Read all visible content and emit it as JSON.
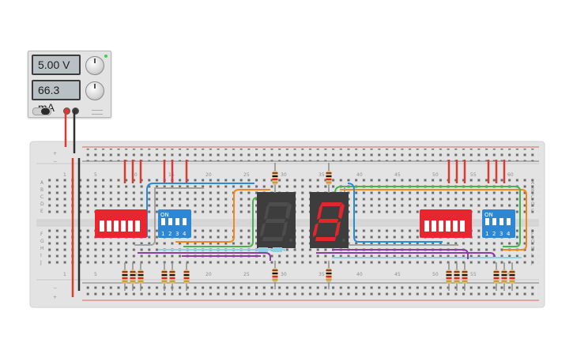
{
  "power_supply": {
    "voltage": "5.00 V",
    "current": "66.3 mA"
  },
  "breadboard": {
    "columns_top": [
      "1",
      "5",
      "10",
      "15",
      "20",
      "25",
      "30",
      "35",
      "40",
      "45",
      "50",
      "55",
      "60"
    ],
    "columns_bottom": [
      "1",
      "5",
      "10",
      "15",
      "20",
      "25",
      "30",
      "35",
      "40",
      "45",
      "50",
      "55",
      "60"
    ],
    "rows_top": [
      "A",
      "B",
      "C",
      "D",
      "E"
    ],
    "rows_bottom": [
      "F",
      "G",
      "H",
      "I",
      "J"
    ],
    "rail_plus": "+",
    "rail_minus": "−"
  },
  "dip_switches": [
    {
      "color": "#e9262f",
      "label": ""
    },
    {
      "color": "#2f87d3",
      "label": "ON",
      "numbers": [
        "1",
        "2",
        "3",
        "4"
      ]
    },
    {
      "color": "#e9262f",
      "label": ""
    },
    {
      "color": "#2f87d3",
      "label": "ON",
      "numbers": [
        "1",
        "2",
        "3",
        "4"
      ]
    }
  ],
  "seven_segment_displays": [
    {
      "name": "left",
      "lit": false
    },
    {
      "name": "right",
      "lit": true,
      "digit": "8"
    }
  ],
  "colors": {
    "board": "#e4e4e4",
    "rail_red": "#d93b32",
    "rail_black": "#303030",
    "wire_orange": "#f08a1d",
    "wire_green": "#46b44a",
    "wire_blue": "#2a8bd6",
    "wire_gray": "#9ea3a6",
    "wire_purple": "#8a3ea3",
    "wire_cyan": "#8fd0e3"
  }
}
